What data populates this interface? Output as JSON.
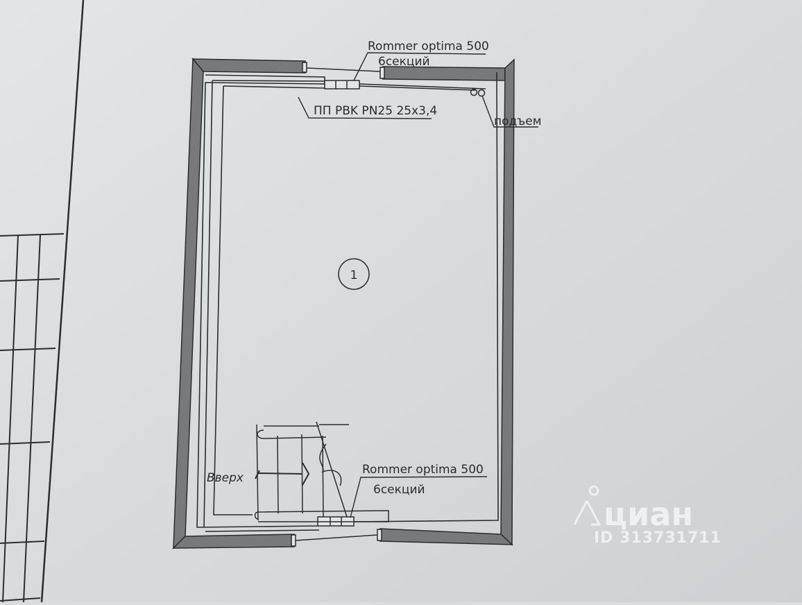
{
  "radiator_top": {
    "model": "Rommer optima 500",
    "sections": "6секций"
  },
  "radiator_bottom": {
    "model": "Rommer optima 500",
    "sections": "6секций"
  },
  "pipe_label": "ПП PBK PN25 25х3,4",
  "riser_label": "подъем",
  "room_number": "1",
  "stairs_label": "Вверх",
  "watermark": {
    "brand": "циан",
    "id": "ID 313731711"
  },
  "colors": {
    "paper": "#d9dde0",
    "wall": "#77797d",
    "ink": "#2a2c30",
    "watermark": "#f3f5f6"
  }
}
